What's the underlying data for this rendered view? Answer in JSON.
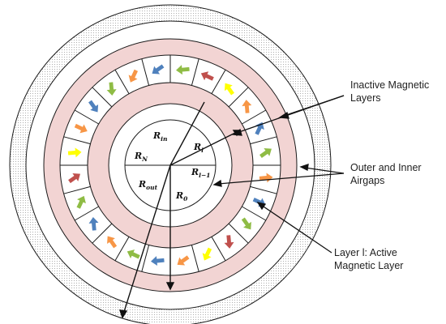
{
  "diagram": {
    "labels": {
      "inactive_line1": "Inactive Magnetic",
      "inactive_line2": "Layers",
      "airgaps_line1": "Outer and Inner",
      "airgaps_line2": "Airgaps",
      "active_line1": "Layer l: Active",
      "active_line2": "Magnetic Layer"
    },
    "radii": {
      "r_in": {
        "base": "R",
        "sub": "in"
      },
      "r_l": {
        "base": "R",
        "sub": "l"
      },
      "r_n": {
        "base": "R",
        "sub": "N"
      },
      "r_l_minus_1": {
        "base": "R",
        "sub": "l−1"
      },
      "r_out": {
        "base": "R",
        "sub": "out"
      },
      "r_0": {
        "base": "R",
        "sub": "0"
      }
    },
    "magnet_segments": 24,
    "magnet_arrow_colors": [
      "#8fbc45",
      "#4f81bd",
      "#f79646",
      "#ffff00",
      "#c0504d",
      "#8fbc45",
      "#4f81bd",
      "#f79646"
    ],
    "colors": {
      "inactive_layer_fill": "#f2d4d3",
      "airgap_fill": "#ffffff",
      "outer_shell_dots": "#9a9a9a",
      "outline": "#1a1a1a"
    }
  }
}
